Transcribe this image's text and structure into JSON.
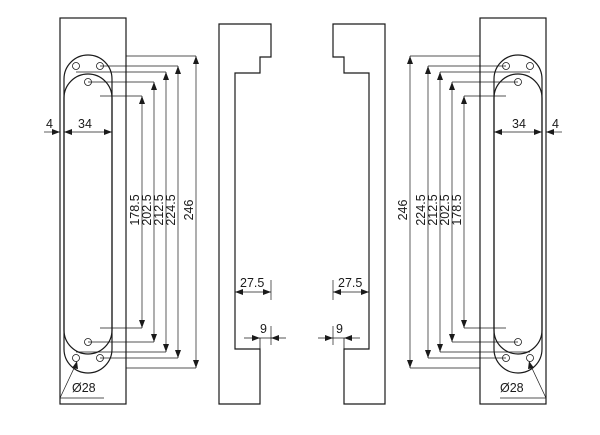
{
  "dimensions": {
    "d246": "246",
    "d224_5": "224.5",
    "d212_5": "212.5",
    "d202_5": "202.5",
    "d178_5": "178.5",
    "width_34": "34",
    "offset_4": "4",
    "depth_27_5": "27.5",
    "depth_9": "9",
    "diameter_28": "Ø28"
  }
}
